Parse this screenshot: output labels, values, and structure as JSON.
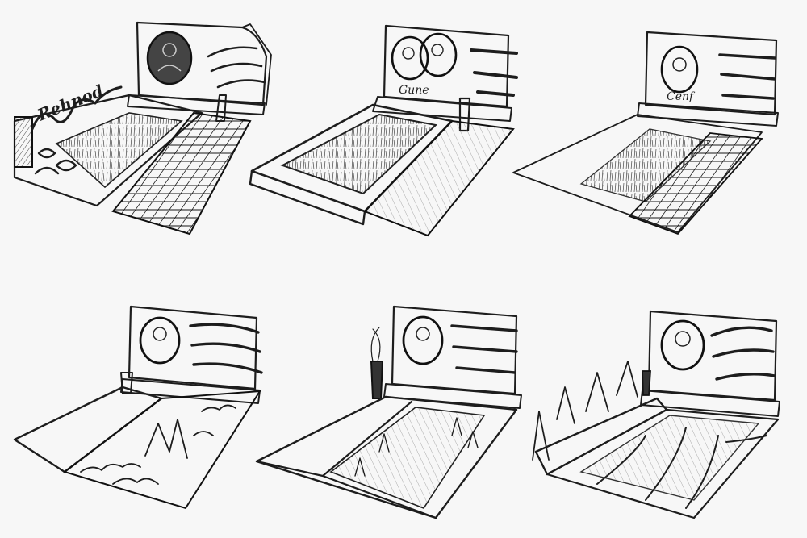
{
  "sheet": {
    "paper_color": "#f7f7f7",
    "ink_color": "#1d1d1d",
    "shade_color": "#555555"
  },
  "sketches": [
    {
      "id": "memorial-1",
      "features": [
        "headstone",
        "portrait-medallion",
        "flower-vase",
        "paving-tiles",
        "ornamental-fence"
      ]
    },
    {
      "id": "memorial-2",
      "features": [
        "headstone",
        "double-portrait-medallion",
        "flower-vase",
        "stone-border",
        "slab-paving"
      ]
    },
    {
      "id": "memorial-3",
      "features": [
        "headstone",
        "portrait-medallion",
        "paving-tiles",
        "open-plot"
      ]
    },
    {
      "id": "memorial-4",
      "features": [
        "headstone",
        "portrait-medallion",
        "flower-vase",
        "stone-border",
        "rock-garden"
      ]
    },
    {
      "id": "memorial-5",
      "features": [
        "headstone",
        "portrait-medallion",
        "flower-vase",
        "stone-border",
        "gravel-bed"
      ]
    },
    {
      "id": "memorial-6",
      "features": [
        "headstone",
        "portrait-medallion",
        "flower-vase",
        "stone-border",
        "cypress-shrubs"
      ]
    }
  ],
  "inscriptions": {
    "sketch1_fence_script": "Rehnod",
    "sketch2_plaque_script": "Gune",
    "sketch3_plaque_script": "Cenf"
  }
}
